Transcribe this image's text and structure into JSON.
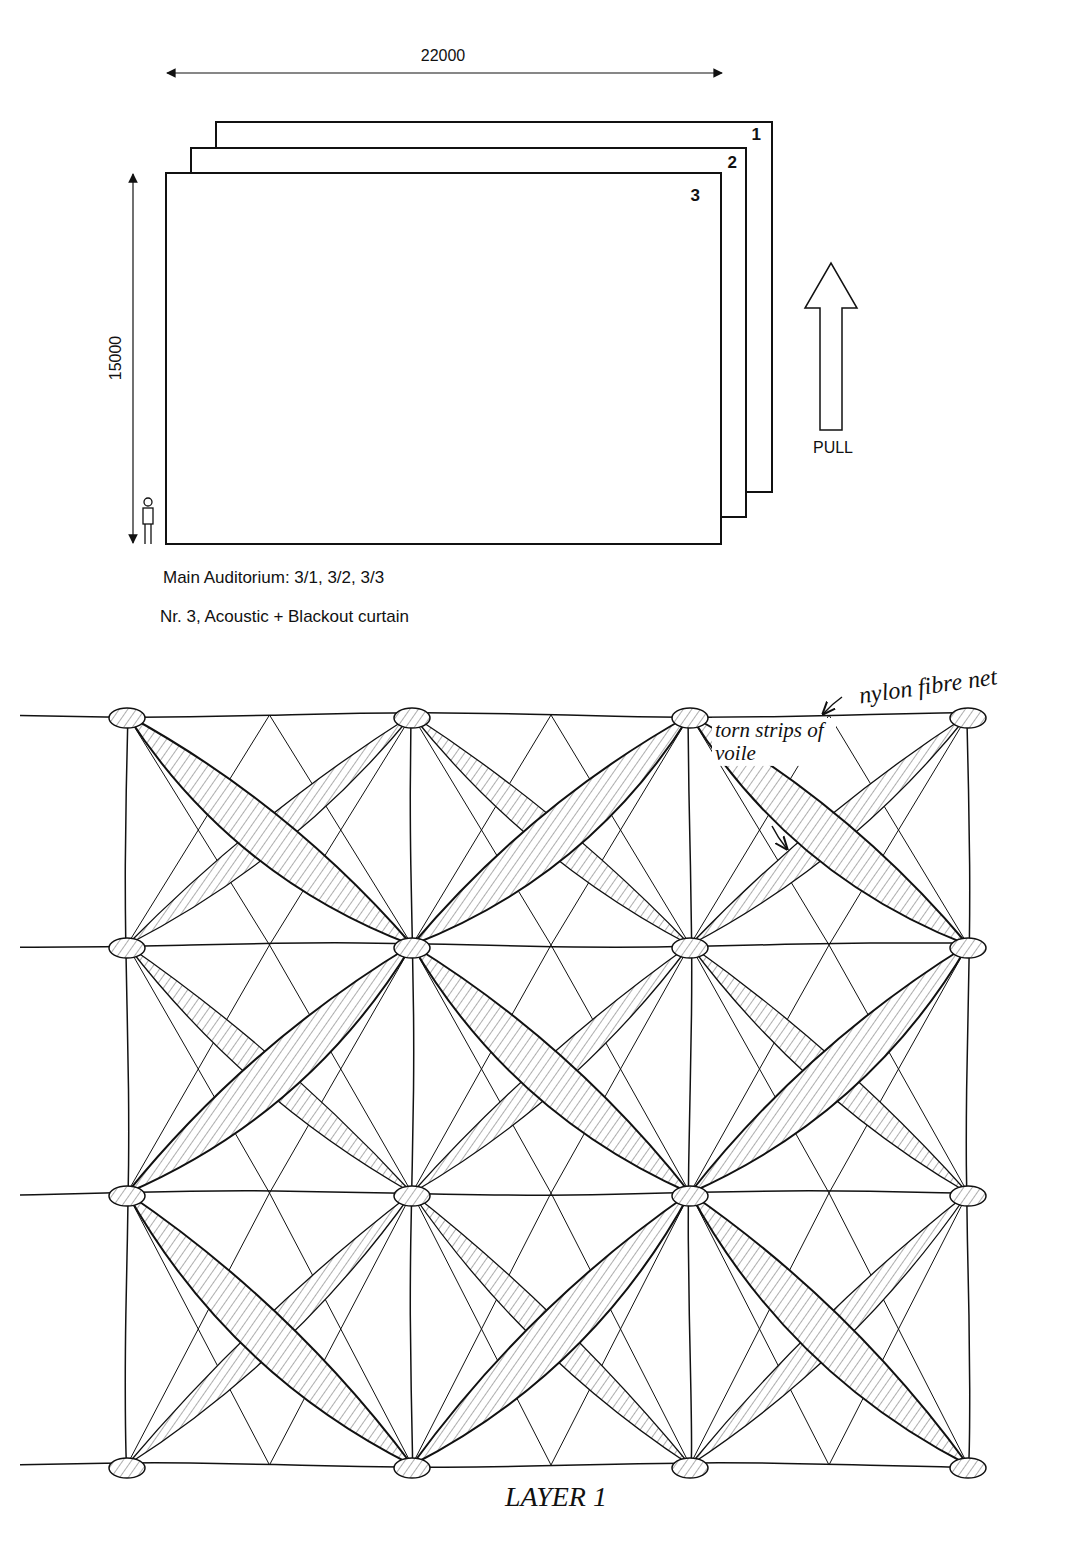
{
  "diagram": {
    "nodes": [
      {
        "text": [
          "1"
        ]
      },
      {
        "text": [
          "2"
        ]
      },
      {
        "text": [
          "3"
        ]
      }
    ],
    "labels": [
      "22000",
      "15000",
      "PULL",
      "Main Auditorium: 3/1, 3/2, 3/3",
      "Nr. 3, Acoustic + Blackout curtain",
      "nylon fibre net",
      "torn strips of voile",
      "LAYER 1"
    ]
  }
}
